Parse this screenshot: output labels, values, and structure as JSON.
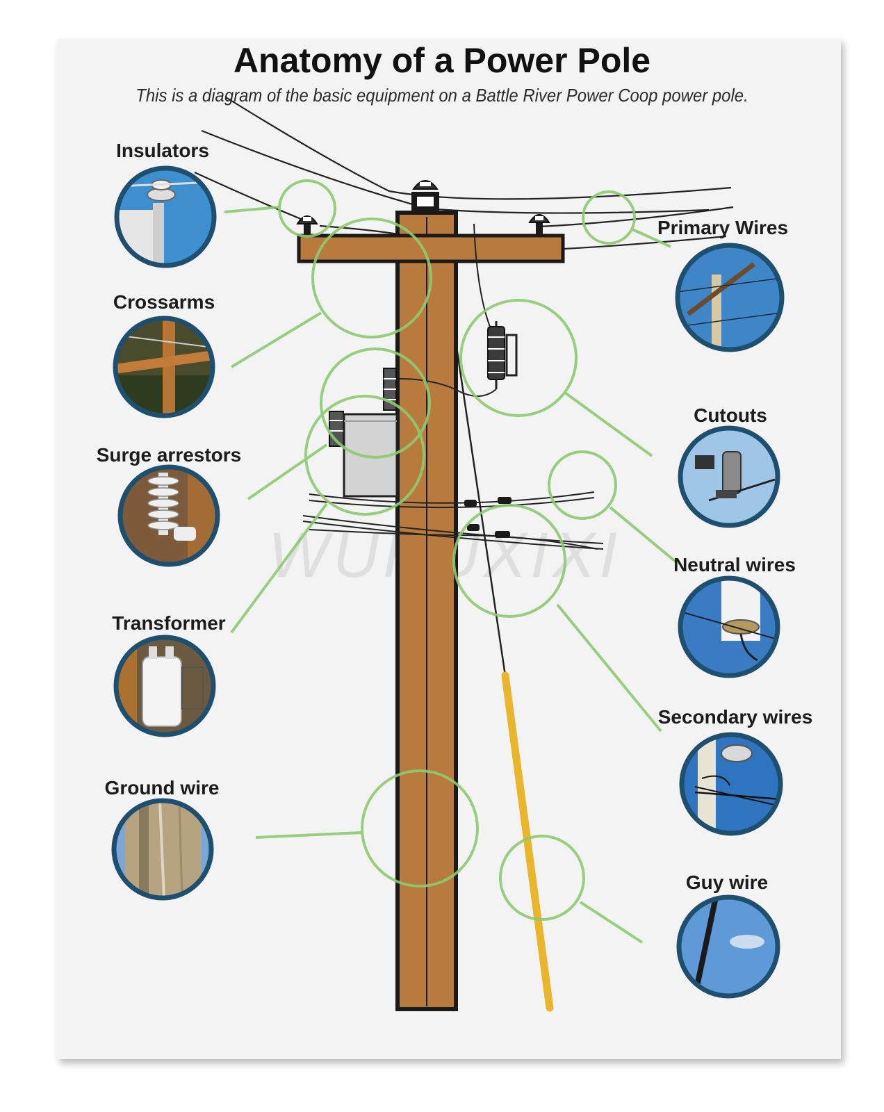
{
  "title": "Anatomy of a Power Pole",
  "subtitle": "This is a diagram of the basic equipment on a Battle River Power Coop power pole.",
  "watermark": "WUHUXIXI",
  "colors": {
    "pole_wood": "#b87a3d",
    "pole_outline": "#1a1a1a",
    "callout_green": "#8dcb72",
    "badge_ring": "#1e4f6e",
    "guy_wire": "#e9b52a",
    "transformer_body": "#d3d3d3"
  },
  "components": [
    {
      "id": "insulators",
      "label": "Insulators",
      "icon": "insulator-photo-icon"
    },
    {
      "id": "crossarms",
      "label": "Crossarms",
      "icon": "crossarm-photo-icon"
    },
    {
      "id": "surge-arrestors",
      "label": "Surge arrestors",
      "icon": "surge-arrestor-photo-icon"
    },
    {
      "id": "transformer",
      "label": "Transformer",
      "icon": "transformer-photo-icon"
    },
    {
      "id": "ground-wire",
      "label": "Ground wire",
      "icon": "ground-wire-photo-icon"
    },
    {
      "id": "primary-wires",
      "label": "Primary Wires",
      "icon": "primary-wires-photo-icon"
    },
    {
      "id": "cutouts",
      "label": "Cutouts",
      "icon": "cutout-photo-icon"
    },
    {
      "id": "neutral-wires",
      "label": "Neutral wires",
      "icon": "neutral-wire-photo-icon"
    },
    {
      "id": "secondary-wires",
      "label": "Secondary wires",
      "icon": "secondary-wire-photo-icon"
    },
    {
      "id": "guy-wire",
      "label": "Guy wire",
      "icon": "guy-wire-photo-icon"
    }
  ]
}
